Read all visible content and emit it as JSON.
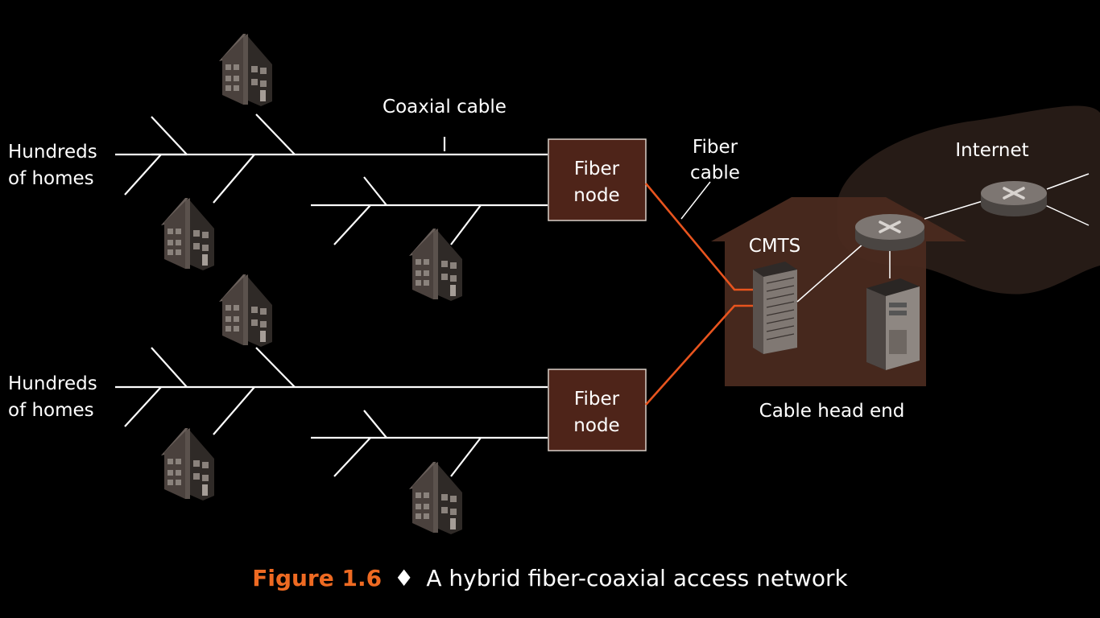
{
  "labels": {
    "coaxial_cable": "Coaxial cable",
    "fiber_cable_line1": "Fiber",
    "fiber_cable_line2": "cable",
    "internet": "Internet",
    "cmts": "CMTS",
    "head_end": "Cable head end",
    "homes_top_line1": "Hundreds",
    "homes_top_line2": "of homes",
    "homes_bottom_line1": "Hundreds",
    "homes_bottom_line2": "of homes",
    "fiber_node_top_line1": "Fiber",
    "fiber_node_top_line2": "node",
    "fiber_node_bottom_line1": "Fiber",
    "fiber_node_bottom_line2": "node"
  },
  "caption": {
    "number": "Figure 1.6",
    "separator": "♦",
    "text": "A hybrid fiber-coaxial access network"
  },
  "colors": {
    "background": "#000000",
    "fiber_line": "#e8541e",
    "fiber_node_fill": "#4e2419",
    "head_end_fill": "#4a2a1f",
    "caption_accent": "#ee6a22",
    "house_fill": "#3b3431"
  }
}
